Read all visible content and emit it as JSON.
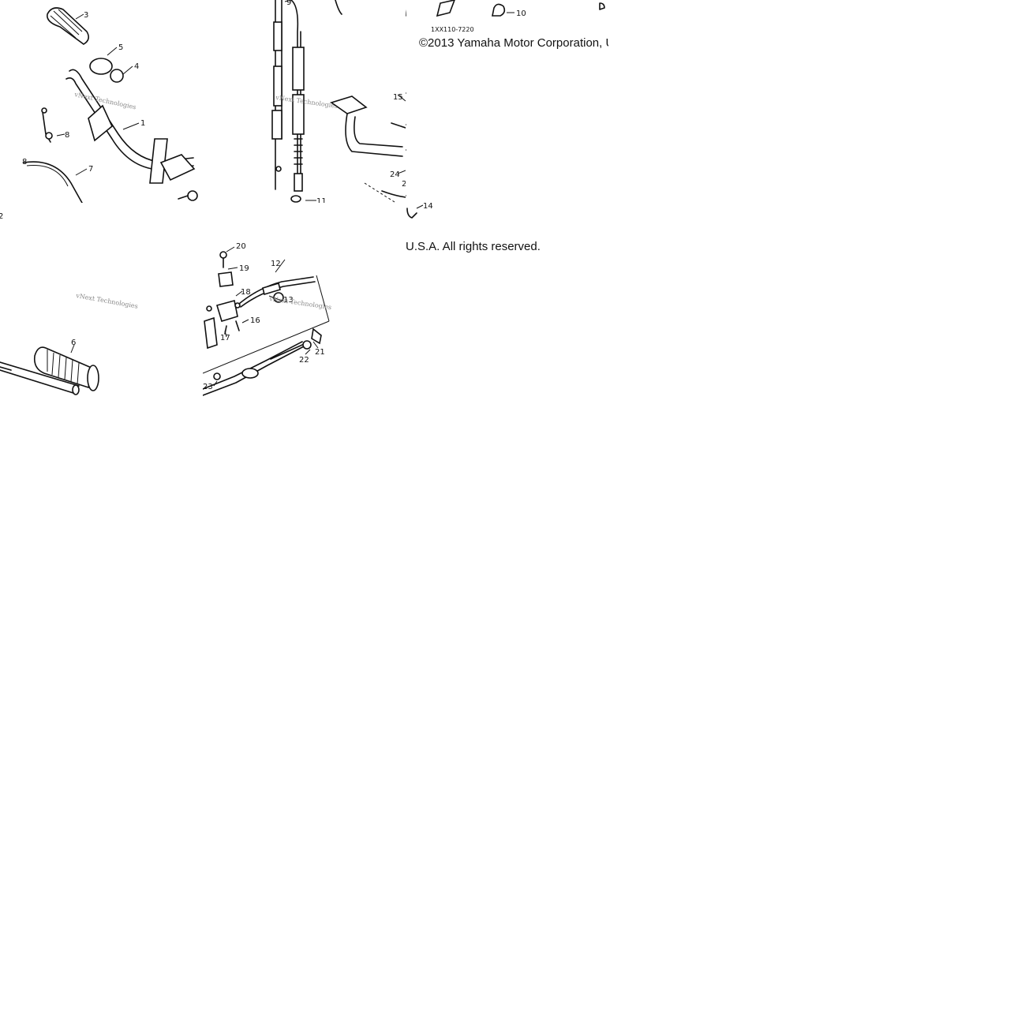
{
  "diagram": {
    "part_code": "1XX110-7220",
    "copyright_line_1": "©2013 Yamaha Motor Corporation, U",
    "copyright_line_2": "U.S.A. All rights reserved.",
    "watermark": "vNext Technologies",
    "callouts": {
      "c1": "1",
      "c2": "2",
      "c3": "3",
      "c4": "4",
      "c5": "5",
      "c6": "6",
      "c7": "7",
      "c8": "8",
      "c9": "9",
      "c10": "10",
      "c11": "11",
      "c12": "12",
      "c13": "13",
      "c14": "14",
      "c15": "15",
      "c16": "16",
      "c17": "17",
      "c18": "18",
      "c19": "19",
      "c20": "20",
      "c21": "21",
      "c22": "22",
      "c23": "23",
      "c24": "24"
    }
  }
}
